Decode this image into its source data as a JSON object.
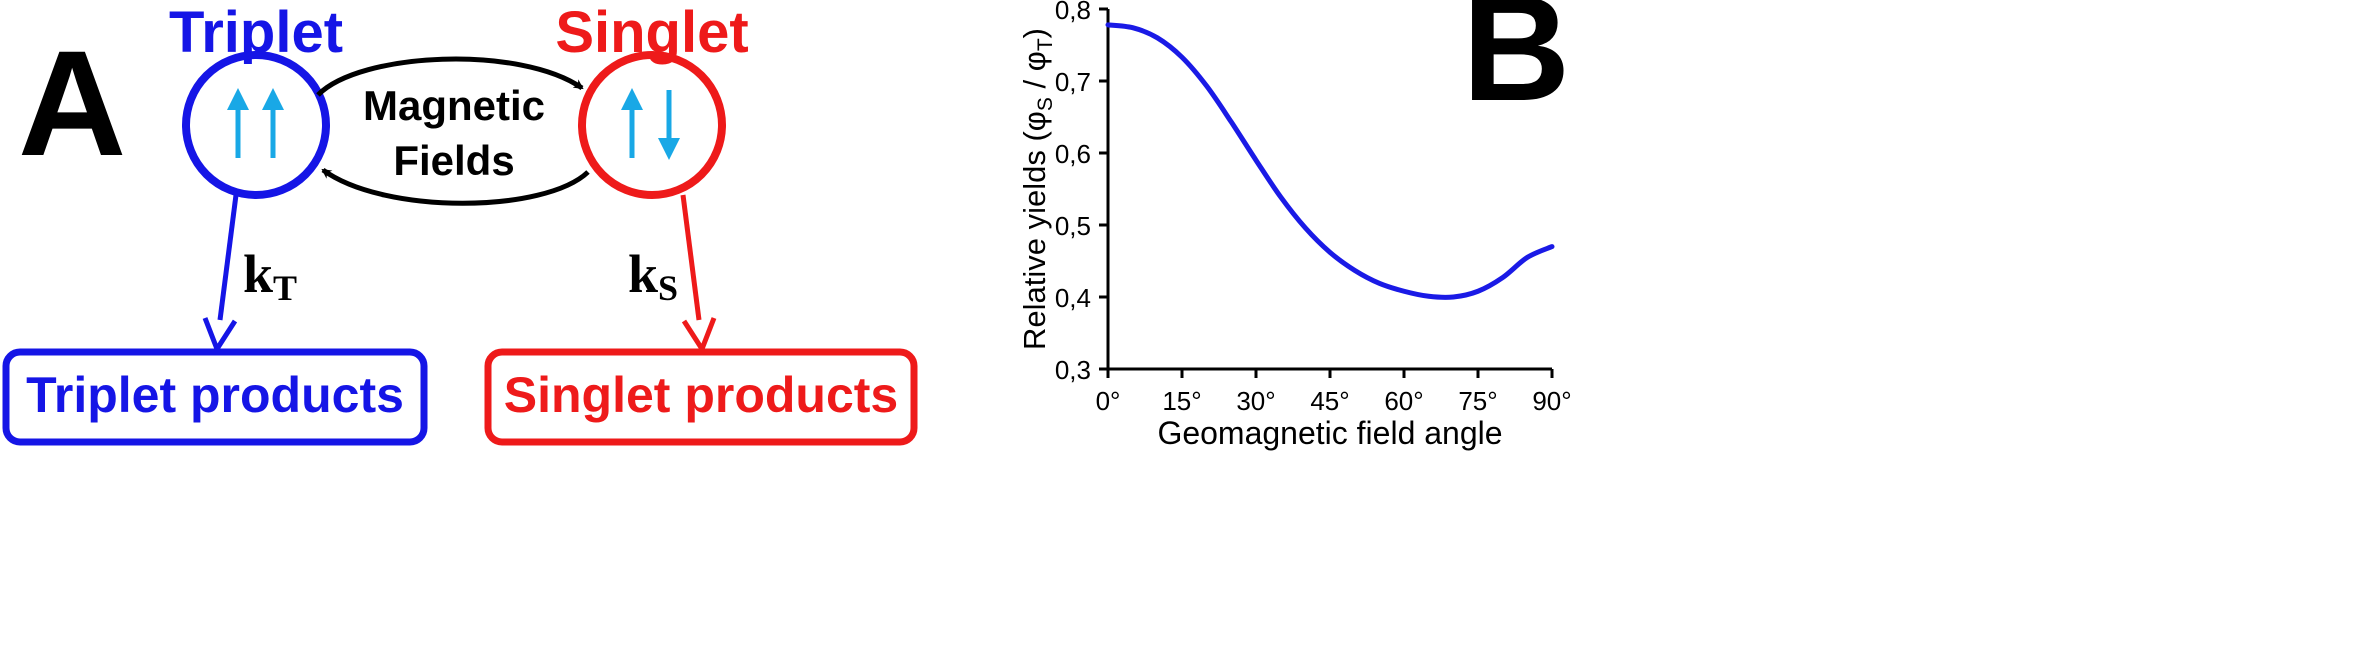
{
  "panel_a": {
    "panel_label": "A",
    "triplet_title": "Triplet",
    "singlet_title": "Singlet",
    "magnetic_label_line1": "Magnetic",
    "magnetic_label_line2": "Fields",
    "kt_main": "k",
    "kt_sub": "T",
    "ks_main": "k",
    "ks_sub": "S",
    "triplet_products": "Triplet products",
    "singlet_products": "Singlet products"
  },
  "panel_b": {
    "panel_label": "B"
  },
  "colors": {
    "triplet": "#1515e6",
    "singlet": "#ee1a1a",
    "spin_arrow": "#19a8e6",
    "black": "#000000",
    "curve": "#1a1ae6"
  },
  "chart_data": {
    "type": "line",
    "xlabel": "Geomagnetic field angle",
    "ylabel_parts": [
      "Relative yields (",
      "φ",
      "S",
      " / ",
      "φ",
      "T",
      ")"
    ],
    "x_ticks": [
      "0°",
      "15°",
      "30°",
      "45°",
      "60°",
      "75°",
      "90°"
    ],
    "x_tick_values": [
      0,
      15,
      30,
      45,
      60,
      75,
      90
    ],
    "y_ticks": [
      "0,3",
      "0,4",
      "0,5",
      "0,6",
      "0,7",
      "0,8"
    ],
    "y_tick_values": [
      0.3,
      0.4,
      0.5,
      0.6,
      0.7,
      0.8
    ],
    "xlim": [
      0,
      90
    ],
    "ylim": [
      0.3,
      0.8
    ],
    "grid": false,
    "series": [
      {
        "x": [
          0,
          5,
          10,
          15,
          20,
          25,
          30,
          35,
          40,
          45,
          50,
          55,
          60,
          65,
          70,
          75,
          80,
          85,
          90
        ],
        "y": [
          0.778,
          0.774,
          0.76,
          0.733,
          0.693,
          0.643,
          0.59,
          0.539,
          0.496,
          0.462,
          0.437,
          0.419,
          0.408,
          0.401,
          0.4,
          0.408,
          0.427,
          0.455,
          0.47
        ]
      }
    ]
  }
}
